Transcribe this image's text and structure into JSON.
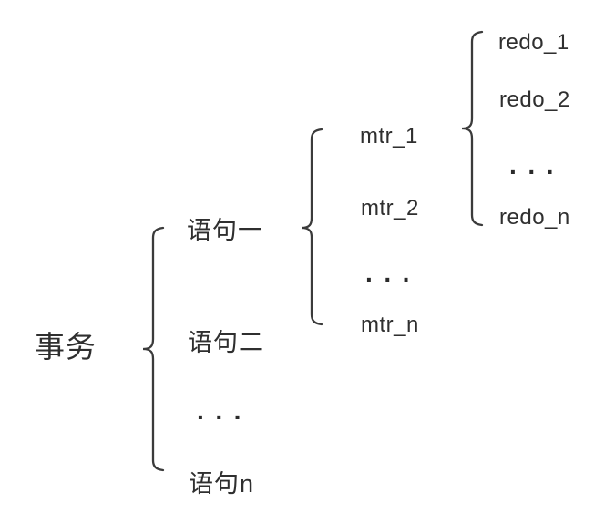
{
  "transaction": {
    "label": "事务"
  },
  "statements": {
    "items": [
      "语句一",
      "语句二",
      "语句n"
    ],
    "ellipsis": "···"
  },
  "mtrs": {
    "items": [
      "mtr_1",
      "mtr_2",
      "mtr_n"
    ],
    "ellipsis": "···"
  },
  "redos": {
    "items": [
      "redo_1",
      "redo_2",
      "redo_n"
    ],
    "ellipsis": "···"
  },
  "colors": {
    "text": "#2f2f2f",
    "brace": "#3b3b3b",
    "background": "#ffffff"
  }
}
